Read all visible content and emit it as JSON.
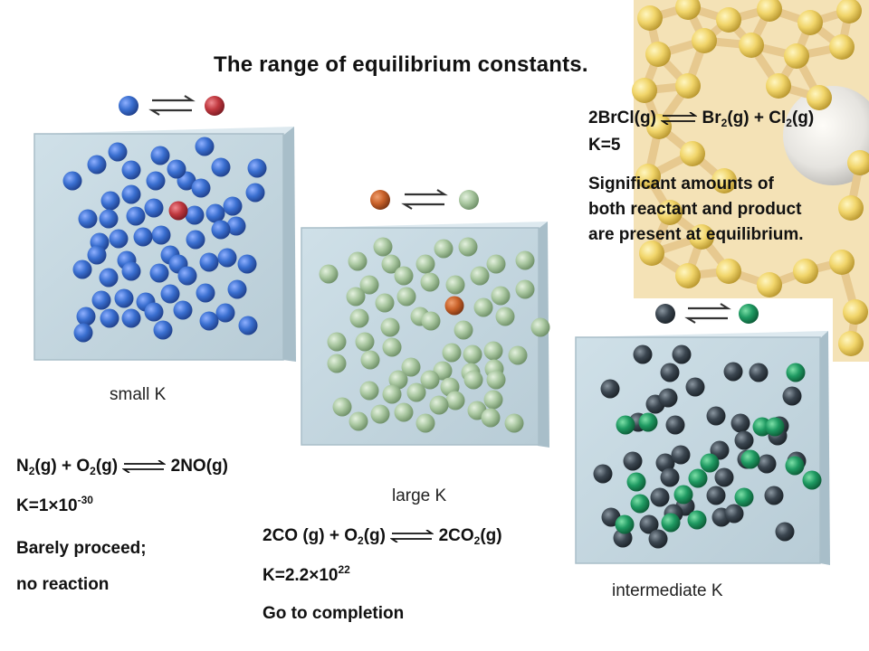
{
  "title": "The range of equilibrium constants.",
  "colors": {
    "blue_particle": "#3a6fd0",
    "red_particle": "#c0383f",
    "orange_particle": "#c9622a",
    "pale_green_particle": "#a9c7a0",
    "dark_particle": "#3b4650",
    "teal_particle": "#1f9a62",
    "box_face": "#c7d8e1"
  },
  "panels": {
    "small": {
      "label": "small K",
      "equation": {
        "r1": "N",
        "r1_sub": "2",
        "r1_state": "(g) + O",
        "r2_sub": "2",
        "r2_state": "(g)",
        "product": "2NO(g)"
      },
      "k_base": "K=1×10",
      "k_exp": "-30",
      "line1": "Barely proceed;",
      "line2": "no reaction"
    },
    "large": {
      "label": "large K",
      "equation": {
        "r1": "2CO (g) + O",
        "r1_sub": "2",
        "r1_state": "(g)",
        "product": "2CO",
        "p_sub": "2",
        "p_state": "(g)"
      },
      "k_base": "K=2.2×10",
      "k_exp": "22",
      "line1": "Go to completion"
    },
    "intermediate": {
      "label": "intermediate K",
      "equation": {
        "r1": "2BrCl(g)",
        "product": "Br",
        "p_sub": "2",
        "p_state": "(g) + Cl",
        "p2_sub": "2",
        "p2_state": "(g)"
      },
      "k_text": "K=5",
      "note": [
        "Significant amounts of",
        "both reactant and product",
        "are present at equilibrium."
      ]
    }
  }
}
